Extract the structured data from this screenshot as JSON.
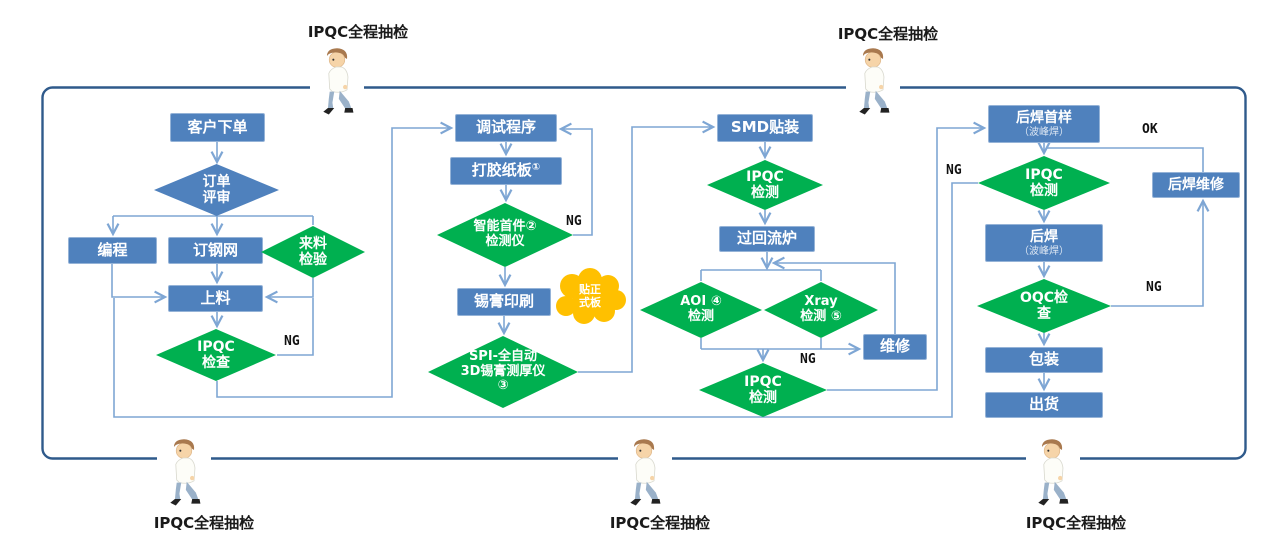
{
  "diagram_title": "",
  "inspectors": [
    {
      "label": "IPQC全程抽检"
    },
    {
      "label": "IPQC全程抽检"
    },
    {
      "label": "IPQC全程抽检"
    },
    {
      "label": "IPQC全程抽检"
    },
    {
      "label": "IPQC全程抽检"
    }
  ],
  "nodes": {
    "customer_order": {
      "label": "客户下单"
    },
    "order_review": {
      "line1": "订单",
      "line2": "评审"
    },
    "programming": {
      "label": "编程"
    },
    "stencil_order": {
      "label": "订钢网"
    },
    "incoming_inspection": {
      "line1": "来料",
      "line2": "检验"
    },
    "loading": {
      "label": "上料"
    },
    "ipqc_check": {
      "line1": "IPQC",
      "line2": "检查"
    },
    "debug_program": {
      "label": "调试程序"
    },
    "glue_cardboard": {
      "label": "打胶纸板",
      "sup": "①"
    },
    "smart_first_article": {
      "line1": "智能首件②",
      "line2": "检测仪"
    },
    "solder_paste_printing": {
      "label": "锡膏印刷"
    },
    "cloud_note": {
      "line1": "贴正",
      "line2": "式板"
    },
    "spi": {
      "line1": "SPI-全自动",
      "line2": "3D锡膏测厚仪",
      "line3": "③"
    },
    "smd_mounting": {
      "label": "SMD贴装"
    },
    "ipqc_test_smd": {
      "line1": "IPQC",
      "line2": "检测"
    },
    "reflow_oven": {
      "label": "过回流炉"
    },
    "aoi_test": {
      "line1": "AOI ④",
      "line2": "检测"
    },
    "xray_test": {
      "line1": "Xray",
      "line2": "检测 ⑤"
    },
    "repair": {
      "label": "维修"
    },
    "ipqc_test_post_reflow": {
      "line1": "IPQC",
      "line2": "检测"
    },
    "post_solder_sample": {
      "line1": "后焊首样",
      "line2": "（波峰焊）"
    },
    "ipqc_test_post_solder": {
      "line1": "IPQC",
      "line2": "检测"
    },
    "post_solder": {
      "line1": "后焊",
      "line2": "（波峰焊）"
    },
    "post_solder_repair": {
      "label": "后焊维修"
    },
    "oqc_check": {
      "line1": "OQC检",
      "line2": "查"
    },
    "packaging": {
      "label": "包装"
    },
    "shipping": {
      "label": "出货"
    }
  },
  "edge_labels": {
    "ng_loading_loop": "NG",
    "ng_first_article": "NG",
    "ng_to_repair": "NG",
    "ng_post_sample": "NG",
    "ng_oqc": "NG",
    "ok_repair_done": "OK"
  },
  "colors": {
    "process_fill": "#4f81bd",
    "process_border": "#95b3d7",
    "decision_fill": "#00b050",
    "connector": "#7ea6d4",
    "boundary": "#2f5a8b",
    "callout_fill": "#ffc000",
    "label_color": "#1a1a1a"
  }
}
